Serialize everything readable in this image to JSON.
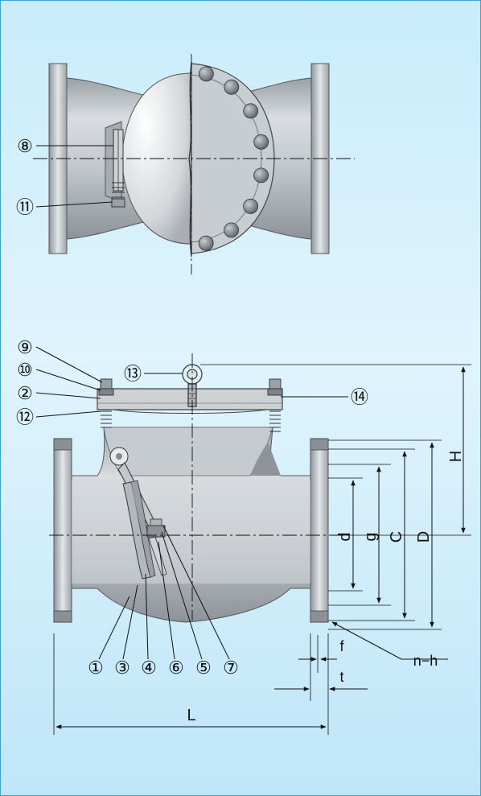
{
  "colors": {
    "background": "#d3effc",
    "border": "#3aa3dc",
    "metal_light": "#e2e6e9",
    "metal_mid": "#b7bdc2",
    "metal_dark": "#8a9095",
    "line": "#1a1a1a"
  },
  "top_view": {
    "callouts": [
      "⑧",
      "⑪"
    ]
  },
  "front_view": {
    "callouts_left": [
      "⑨",
      "⑩",
      "②",
      "⑫"
    ],
    "callout_top": "⑬",
    "callout_right": "⑭",
    "callouts_bottom": [
      "①",
      "③",
      "④",
      "⑥",
      "⑤",
      "⑦"
    ]
  },
  "dimensions": {
    "H": "H",
    "d": "d",
    "g": "g",
    "C": "C",
    "D": "D",
    "f": "f",
    "t": "t",
    "nh": "n−h",
    "L": "L"
  }
}
